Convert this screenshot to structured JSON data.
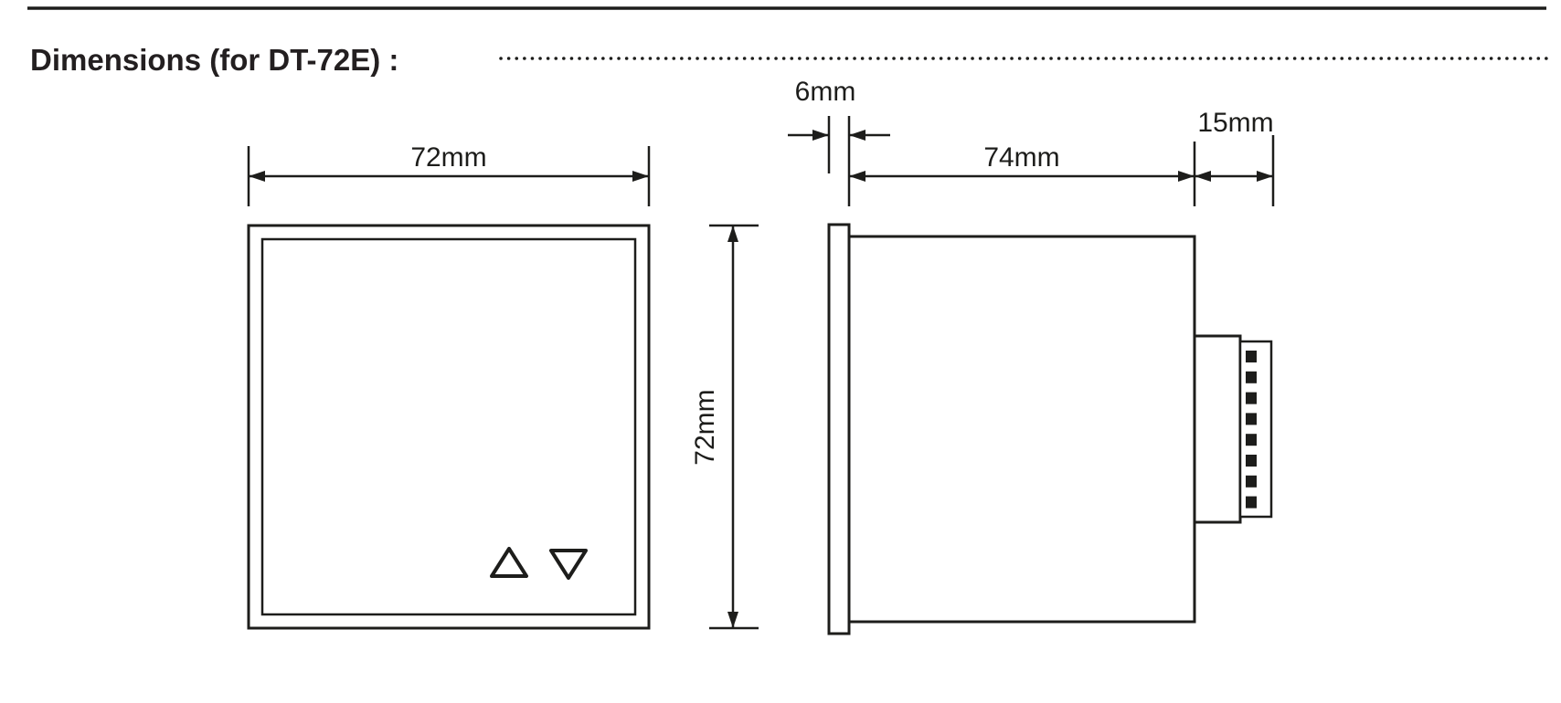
{
  "header": {
    "title": "Dimensions (for DT-72E) :"
  },
  "diagram": {
    "front_view": {
      "width_label": "72mm",
      "height_label": "72mm",
      "button_icons": [
        "up-triangle",
        "down-triangle"
      ]
    },
    "side_view": {
      "bezel_depth_label": "6mm",
      "body_depth_label": "74mm",
      "terminal_depth_label": "15mm",
      "terminal_pin_count": 8
    },
    "colors": {
      "line": "#1d1d1b",
      "background": "#ffffff"
    }
  }
}
